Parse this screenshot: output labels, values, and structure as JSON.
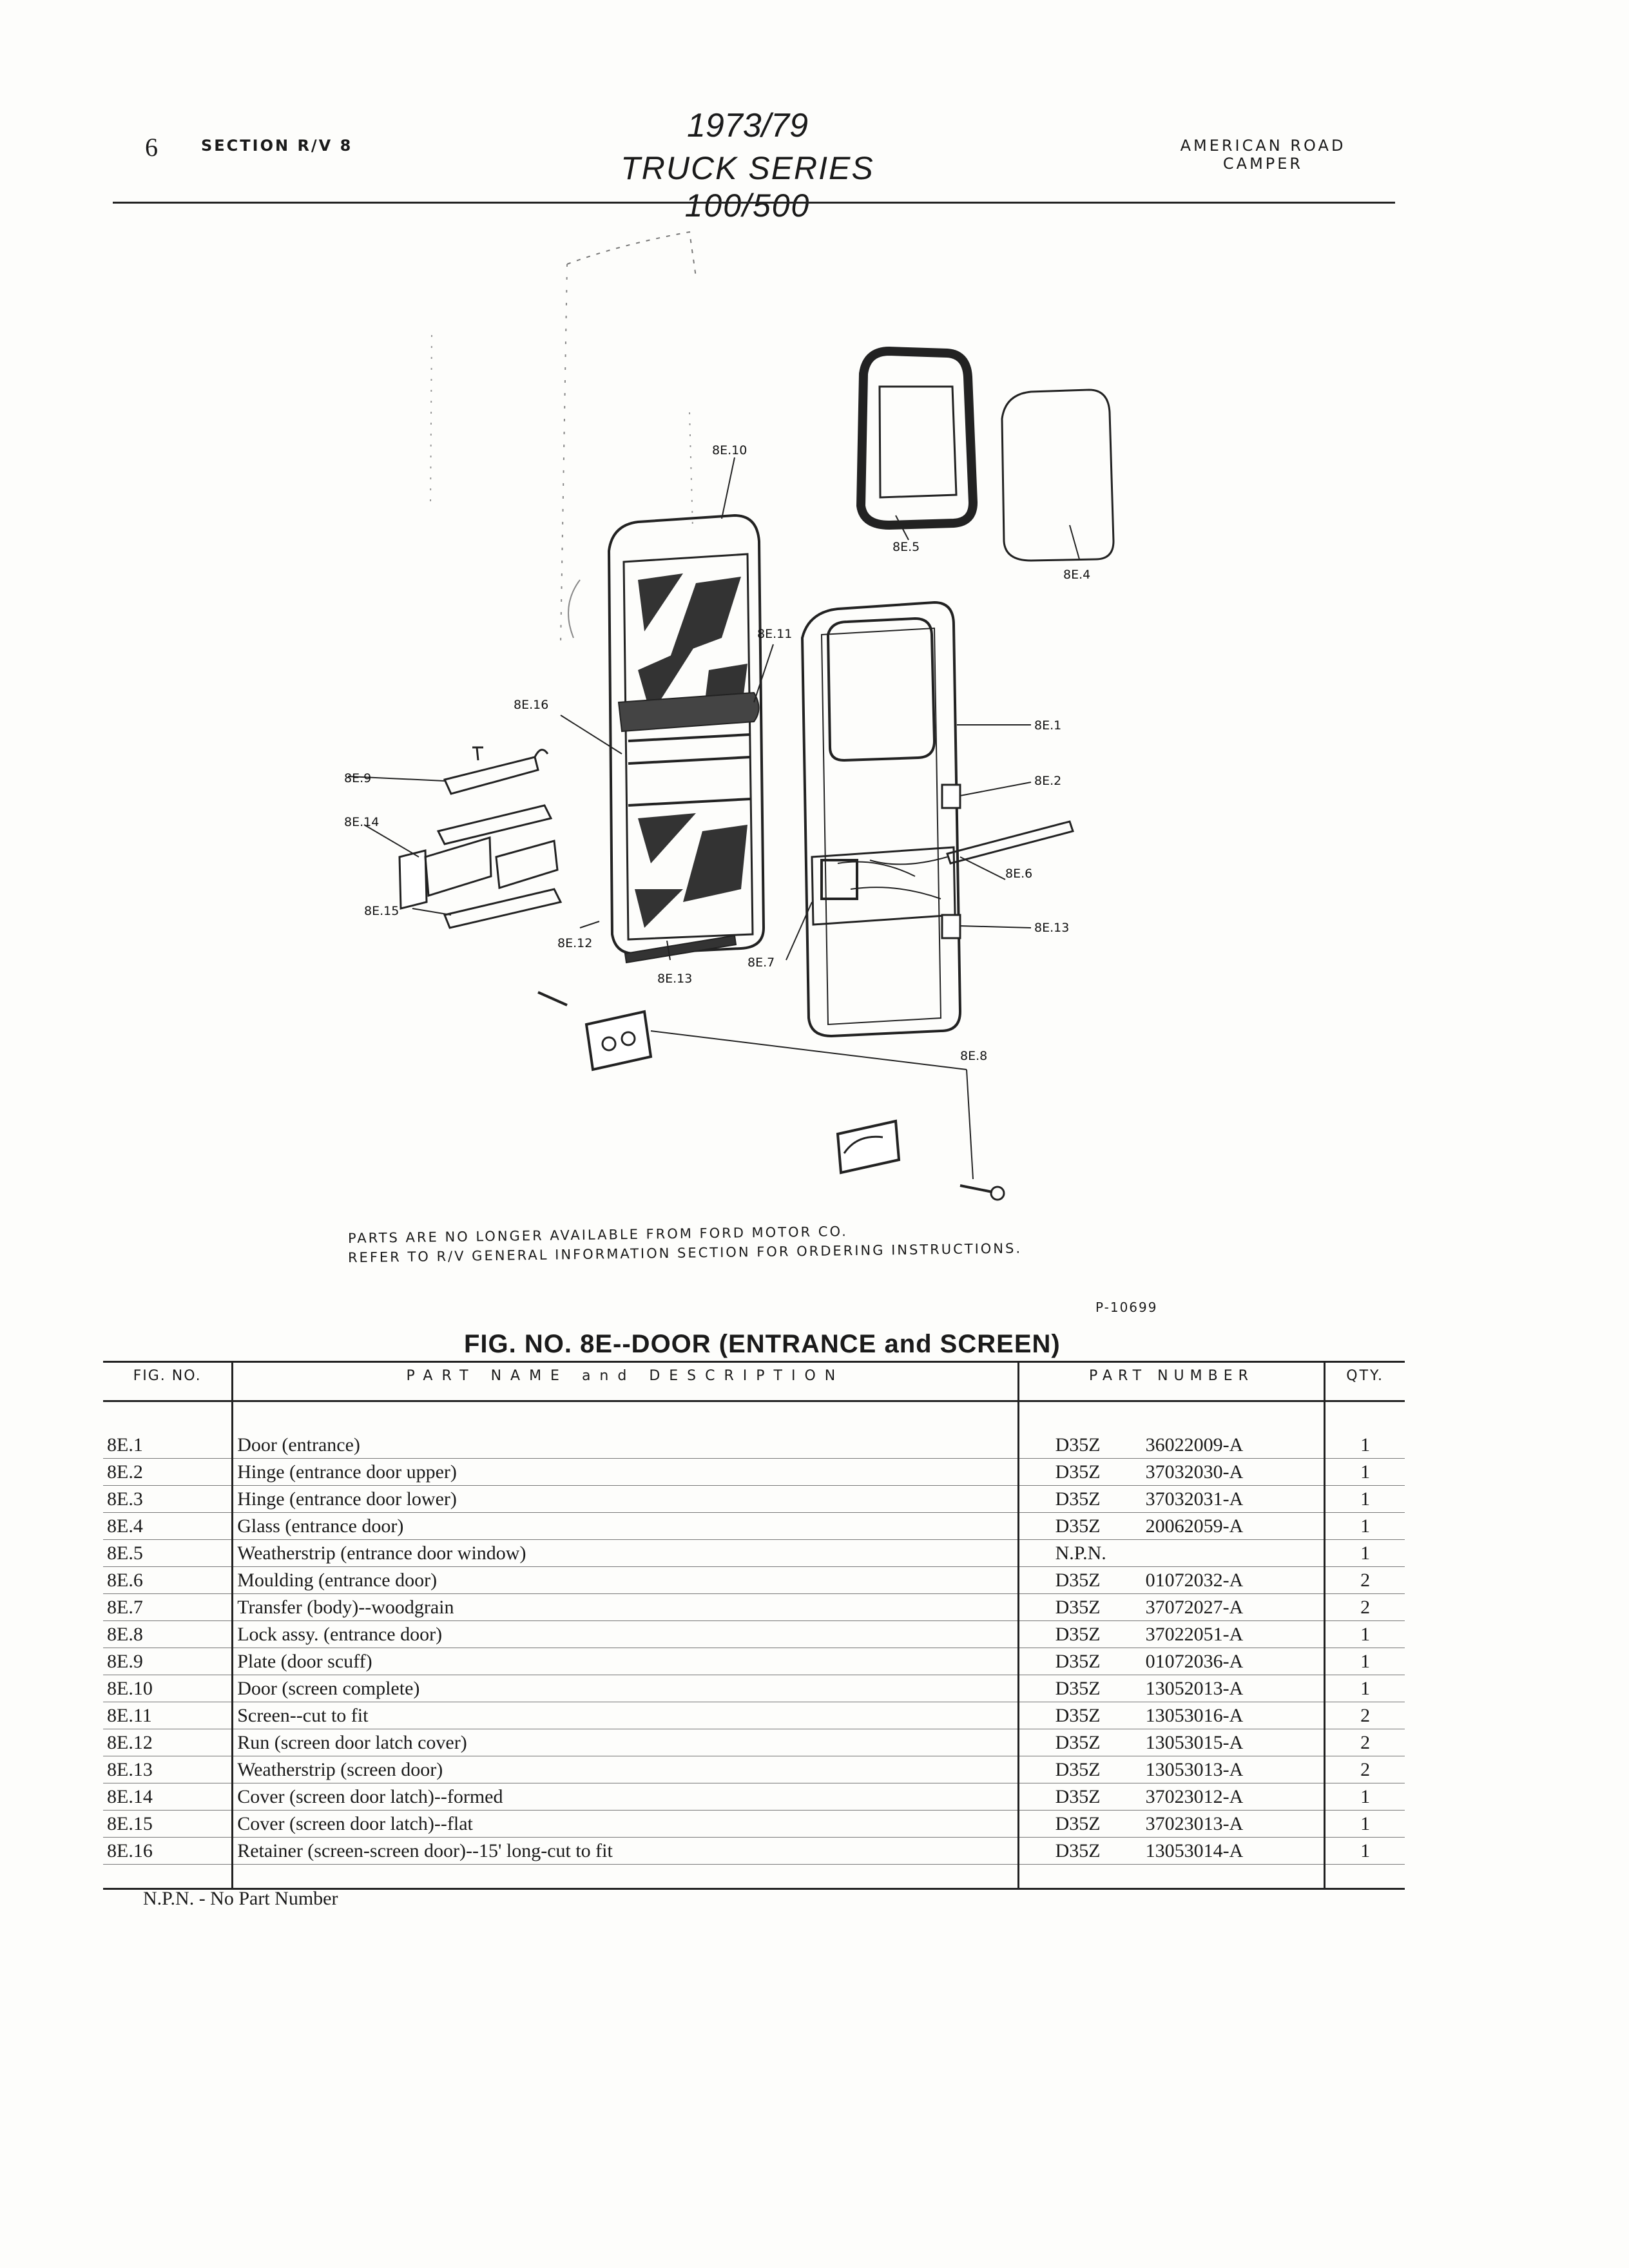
{
  "header": {
    "page_number": "6",
    "section": "SECTION R/V 8",
    "year": "1973/79",
    "series": "TRUCK SERIES 100/500",
    "brand_line1": "AMERICAN ROAD",
    "brand_line2": "CAMPER"
  },
  "diagram": {
    "callouts": [
      "8E.10",
      "8E.5",
      "8E.4",
      "8E.11",
      "8E.16",
      "8E.1",
      "8E.9",
      "8E.2",
      "8E.14",
      "8E.6",
      "8E.15",
      "8E.12",
      "8E.13",
      "8E.7",
      "8E.13",
      "8E.8"
    ]
  },
  "notice": {
    "line1": "PARTS ARE NO LONGER AVAILABLE FROM FORD MOTOR CO.",
    "line2": "REFER TO R/V GENERAL INFORMATION SECTION FOR ORDERING INSTRUCTIONS."
  },
  "plate_number": "P-10699",
  "figure_title": "FIG. NO. 8E--DOOR (ENTRANCE and SCREEN)",
  "table": {
    "headers": {
      "fig": "FIG. NO.",
      "name": "PART NAME and DESCRIPTION",
      "number": "PART NUMBER",
      "qty": "QTY."
    },
    "rows": [
      {
        "fig": "8E.1",
        "desc": "Door (entrance)",
        "prefix": "D35Z",
        "number": "36022009-A",
        "qty": "1"
      },
      {
        "fig": "8E.2",
        "desc": "Hinge (entrance door upper)",
        "prefix": "D35Z",
        "number": "37032030-A",
        "qty": "1"
      },
      {
        "fig": "8E.3",
        "desc": "Hinge (entrance door lower)",
        "prefix": "D35Z",
        "number": "37032031-A",
        "qty": "1"
      },
      {
        "fig": "8E.4",
        "desc": "Glass (entrance door)",
        "prefix": "D35Z",
        "number": "20062059-A",
        "qty": "1"
      },
      {
        "fig": "8E.5",
        "desc": "Weatherstrip (entrance door window)",
        "prefix": "N.P.N.",
        "number": "",
        "qty": "1"
      },
      {
        "fig": "8E.6",
        "desc": "Moulding (entrance door)",
        "prefix": "D35Z",
        "number": "01072032-A",
        "qty": "2"
      },
      {
        "fig": "8E.7",
        "desc": "Transfer (body)--woodgrain",
        "prefix": "D35Z",
        "number": "37072027-A",
        "qty": "2"
      },
      {
        "fig": "8E.8",
        "desc": "Lock assy. (entrance door)",
        "prefix": "D35Z",
        "number": "37022051-A",
        "qty": "1"
      },
      {
        "fig": "8E.9",
        "desc": "Plate (door scuff)",
        "prefix": "D35Z",
        "number": "01072036-A",
        "qty": "1"
      },
      {
        "fig": "8E.10",
        "desc": "Door (screen complete)",
        "prefix": "D35Z",
        "number": "13052013-A",
        "qty": "1"
      },
      {
        "fig": "8E.11",
        "desc": "Screen--cut to fit",
        "prefix": "D35Z",
        "number": "13053016-A",
        "qty": "2"
      },
      {
        "fig": "8E.12",
        "desc": "Run (screen door latch cover)",
        "prefix": "D35Z",
        "number": "13053015-A",
        "qty": "2"
      },
      {
        "fig": "8E.13",
        "desc": "Weatherstrip (screen door)",
        "prefix": "D35Z",
        "number": "13053013-A",
        "qty": "2"
      },
      {
        "fig": "8E.14",
        "desc": "Cover (screen door latch)--formed",
        "prefix": "D35Z",
        "number": "37023012-A",
        "qty": "1"
      },
      {
        "fig": "8E.15",
        "desc": "Cover (screen door latch)--flat",
        "prefix": "D35Z",
        "number": "37023013-A",
        "qty": "1"
      },
      {
        "fig": "8E.16",
        "desc": "Retainer (screen-screen door)--15' long-cut to fit",
        "prefix": "D35Z",
        "number": "13053014-A",
        "qty": "1"
      }
    ]
  },
  "footnote": "N.P.N. - No Part Number"
}
